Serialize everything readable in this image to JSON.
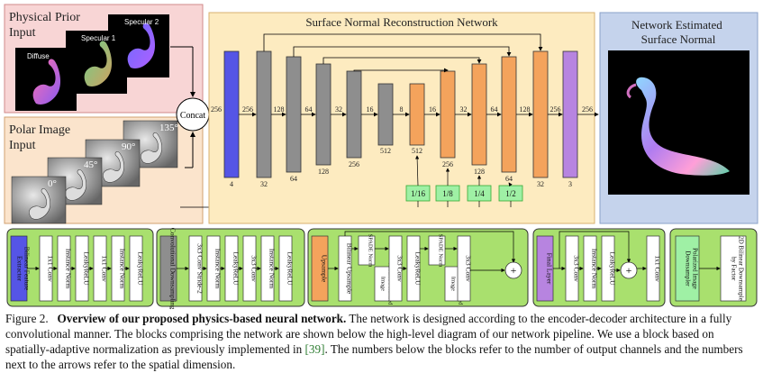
{
  "panels": {
    "physical_prior": {
      "title": "Physical Prior\nInput",
      "labels": [
        "Diffuse",
        "Specular 1",
        "Specular 2"
      ]
    },
    "polar_image": {
      "title": "Polar Image\nInput",
      "angles": [
        "0°",
        "45°",
        "90°",
        "135°"
      ]
    },
    "concat": "Concat",
    "network": {
      "title": "Surface Normal Reconstruction Network"
    },
    "output": {
      "title": "Network Estimated\nSurface Normal"
    }
  },
  "encoder": {
    "channels": [
      "4",
      "32",
      "64",
      "128",
      "256",
      "512"
    ],
    "arrows": [
      "256",
      "256",
      "128",
      "64",
      "32",
      "16",
      "8"
    ]
  },
  "decoder": {
    "channels": [
      "512",
      "256",
      "128",
      "64",
      "32",
      "3"
    ],
    "arrows": [
      "16",
      "32",
      "64",
      "128",
      "256"
    ]
  },
  "downsample_labels": [
    "1/16",
    "1/8",
    "1/4",
    "1/2"
  ],
  "blocks": {
    "b1": {
      "head": "Bilinear Feature Extractor",
      "items": [
        "1x1 Conv",
        "Instance Norm",
        "LeakyReLU",
        "1x1 Conv",
        "Instance Norm",
        "LeakyReLU"
      ]
    },
    "b2": {
      "head": "Convolutional Downsampling",
      "items": [
        "3x3 Conv Stride-2",
        "Instance Norm",
        "LeakyReLU",
        "3x3 Conv",
        "Instance Norm",
        "LeakyReLU"
      ]
    },
    "b3": {
      "head": "Upsample",
      "items": [
        "Bilinear Upsample",
        "SPADE Norm",
        "Resized Polarized Image",
        "3x3 Conv",
        "LeakyReLU",
        "SPADE Norm",
        "Resized Polarized Image",
        "3x3 Conv"
      ]
    },
    "b4": {
      "head": "Final Layer",
      "items": [
        "3x3 Conv",
        "Instance Norm",
        "LeakyReLU",
        "1x1 Conv"
      ]
    },
    "b5": {
      "head": "Polarized Image Downsampler",
      "items": [
        "2D Bilinear Downsample by Factor"
      ]
    }
  },
  "caption": {
    "label": "Figure 2.",
    "bold": "Overview of our proposed physics-based neural network.",
    "text1": "The network is designed according to the encoder-decoder architecture in a fully convolutional manner. The blocks comprising the network are shown below the high-level diagram of our network pipeline. We use a block based on spatially-adaptive normalization as previously implemented in",
    "ref": "[39]",
    "text2": ". The numbers below the blocks refer to the number of output channels and the numbers next to the arrows refer to the spatial dimension."
  },
  "colors": {
    "physical_bg": "#f8d5d5",
    "polar_bg": "#fbe4cc",
    "network_bg": "#fdebc0",
    "output_bg": "#c5d3ec",
    "encoder_block": "#8e8e8e",
    "decoder_block": "#f4a35c",
    "input_block": "#5555e6",
    "output_block": "#b784e0",
    "downsample_box": "#9ff0a5",
    "module_bg": "#a9e06e"
  }
}
